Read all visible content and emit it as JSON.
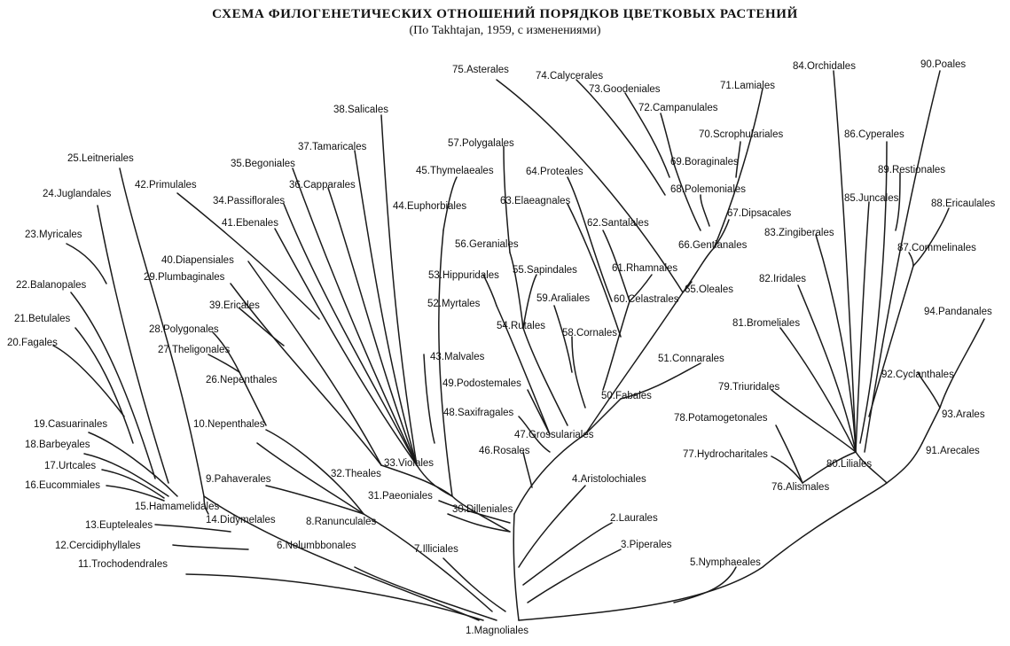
{
  "header": {
    "title": "СХЕМА ФИЛОГЕНЕТИЧЕСКИХ ОТНОШЕНИЙ ПОРЯДКОВ ЦВЕТКОВЫХ РАСТЕНИЙ",
    "subtitle": "(По Takhtajan, 1959, с изменениями)"
  },
  "orders": {
    "o1": "1.Magnoliales",
    "o2": "2.Laurales",
    "o3": "3.Piperales",
    "o4": "4.Aristolochiales",
    "o5": "5.Nymphaeales",
    "o6": "6.Nelumbbonales",
    "o7": "7.Illiciales",
    "o8": "8.Ranunculales",
    "o9": "9.Pahaverales",
    "o10": "10.Nepenthales",
    "o11": "11.Trochodendrales",
    "o12": "12.Cercidiphyllales",
    "o13": "13.Eupteleales",
    "o14": "14.Didymelales",
    "o15": "15.Hamamelidales",
    "o16": "16.Eucommiales",
    "o17": "17.Urtcales",
    "o18": "18.Barbeyales",
    "o19": "19.Casuarinales",
    "o20": "20.Fagales",
    "o21": "21.Betulales",
    "o22": "22.Balanopales",
    "o23": "23.Myricales",
    "o24": "24.Juglandales",
    "o25": "25.Leitneriales",
    "o26": "26.Nepenthales",
    "o27": "27.Theligonales",
    "o28": "28.Polygonales",
    "o29": "29.Plumbaginales",
    "o30": "30.Dilleniales",
    "o31": "31.Paeoniales",
    "o32": "32.Theales",
    "o33": "33.Violales",
    "o34": "34.Passiflorales",
    "o35": "35.Begoniales",
    "o36": "36.Capparales",
    "o37": "37.Tamaricales",
    "o38": "38.Salicales",
    "o39": "39.Ericales",
    "o40": "40.Diapensiales",
    "o41": "41.Ebenales",
    "o42": "42.Primulales",
    "o43": "43.Malvales",
    "o44": "44.Euphorbiales",
    "o45": "45.Thymelaeales",
    "o46": "46.Rosales",
    "o47": "47.Grossulariales",
    "o48": "48.Saxifragales",
    "o49": "49.Podostemales",
    "o50": "50.Fabales",
    "o51": "51.Connarales",
    "o52": "52.Myrtales",
    "o53": "53.Hippuridales",
    "o54": "54.Rutales",
    "o55": "55.Sapindales",
    "o56": "56.Geraniales",
    "o57": "57.Polygalales",
    "o58": "58.Cornales",
    "o59": "59.Araliales",
    "o60": "60.Celastrales",
    "o61": "61.Rhamnales",
    "o62": "62.Santalales",
    "o63": "63.Elaeagnales",
    "o64": "64.Proteales",
    "o65": "65.Oleales",
    "o66": "66.Gentianales",
    "o67": "67.Dipsacales",
    "o68": "68.Polemoniales",
    "o69": "69.Boraginales",
    "o70": "70.Scrophulariales",
    "o71": "71.Lamiales",
    "o72": "72.Campanulales",
    "o73": "73.Goodeniales",
    "o74": "74.Calycerales",
    "o75": "75.Asterales",
    "o76": "76.Alismales",
    "o77": "77.Hydrocharitales",
    "o78": "78.Potamogetonales",
    "o79": "79.Triuridales",
    "o80": "80.Liliales",
    "o81": "81.Bromeliales",
    "o82": "82.Iridales",
    "o83": "83.Zingiberales",
    "o84": "84.Orchidales",
    "o85": "85.Juncales",
    "o86": "86.Cyperales",
    "o87": "87.Commelinales",
    "o88": "88.Ericaulales",
    "o89": "89.Restionales",
    "o90": "90.Poales",
    "o91": "91.Arecales",
    "o92": "92.Cyclanthales",
    "o93": "93.Arales",
    "o94": "94.Pandanales"
  }
}
